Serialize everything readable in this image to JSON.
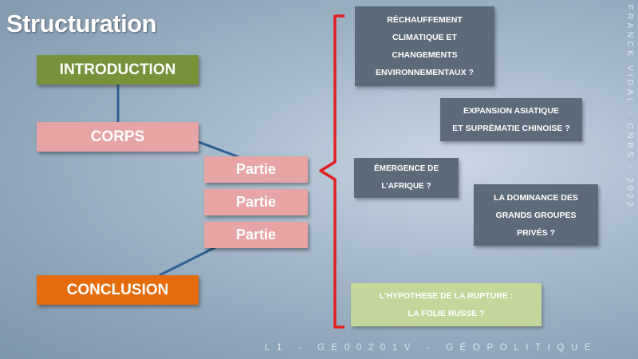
{
  "slide": {
    "title": "Structuration",
    "structure": {
      "introduction": "INTRODUCTION",
      "corps": "CORPS",
      "parties": [
        "Partie",
        "Partie",
        "Partie"
      ],
      "conclusion": "CONCLUSION"
    },
    "questions": [
      "RÉCHAUFFEMENT\nCLIMATIQUE ET\nCHANGEMENTS\nENVIRONNEMENTAUX  ?",
      "EXPANSION ASIATIQUE\nET SUPRÉMATIE CHINOISE  ?",
      "ÉMERGENCE DE\nL’AFRIQUE ?",
      "LA DOMINANCE DES\nGRANDS GROUPES\nPRIVÉS ?",
      "L’HYPOTHESE DE LA RUPTURE :\nLA FOLIE RUSSE ?"
    ],
    "vertical_text": "FRANCK VIDAL - CNRS - 2022",
    "footer_text": "L1 - GE00201V - GÉOPOLITIQUE"
  },
  "colors": {
    "introduction": "#76933c",
    "corps_partie": "#e6a4a4",
    "conclusion": "#e46c0a",
    "question_box": "#5c6b7a",
    "question_highlight": "#c4d79b",
    "brace": "#e02020",
    "connector": "#2f5f93"
  }
}
